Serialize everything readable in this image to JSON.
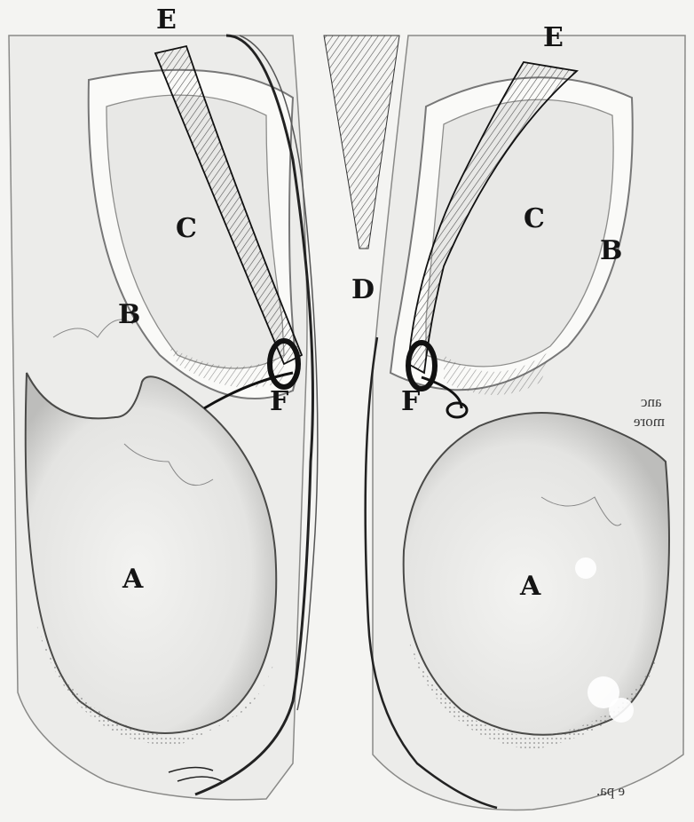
{
  "labels": {
    "a_left": "A",
    "a_right": "A",
    "b_left": "B",
    "b_right": "B",
    "c_left": "C",
    "c_right": "C",
    "d_center": "D",
    "e_left": "E",
    "e_right": "E",
    "f_left": "F",
    "f_right": "F"
  },
  "bleed_through": {
    "line1": "anc",
    "line2": "more",
    "line3": "e pa."
  },
  "colors": {
    "paper": "#f4f4f2",
    "ink": "#141414",
    "shade": "#9a9a9a"
  }
}
